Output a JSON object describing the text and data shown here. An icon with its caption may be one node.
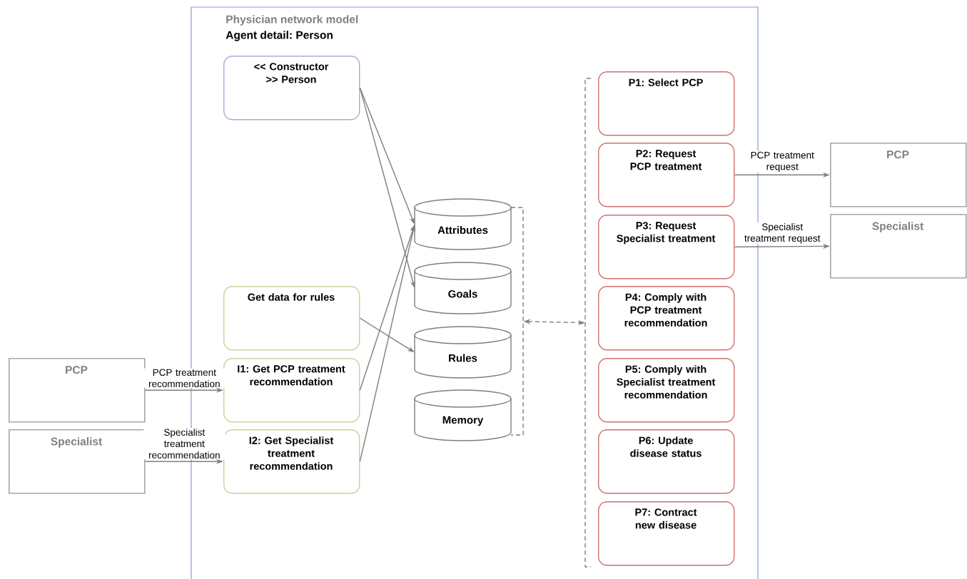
{
  "diagram": {
    "nodes": [
      {
        "text": [
          "Physician network model",
          "Agent detail:  Person"
        ]
      },
      {
        "text": [
          "<< Constructor >> Person"
        ],
        "in": 0
      },
      {
        "text": [
          "Get data for rules"
        ],
        "in": 0
      },
      {
        "text": [
          "I1: Get PCP treatment recommendation"
        ],
        "in": 0
      },
      {
        "text": [
          "I2: Get Specialist treatment recommendation"
        ],
        "in": 0
      },
      {
        "text": [
          "Attributes"
        ],
        "in": 0
      },
      {
        "text": [
          "Goals"
        ],
        "in": 0
      },
      {
        "text": [
          "Rules"
        ],
        "in": 0
      },
      {
        "text": [
          "Memory"
        ],
        "in": 0
      },
      {
        "text": [
          "P1: Select PCP"
        ],
        "in": 0
      },
      {
        "text": [
          "P2: Request  PCP treatment"
        ],
        "in": 0
      },
      {
        "text": [
          "P3: Request Specialist treatment"
        ],
        "in": 0
      },
      {
        "text": [
          "P4: Comply with PCP treatment recommendation"
        ],
        "in": 0
      },
      {
        "text": [
          "P5: Comply with Specialist treatment recommendation"
        ],
        "in": 0
      },
      {
        "text": [
          "P6: Update disease status"
        ],
        "in": 0
      },
      {
        "text": [
          "P7: Contract new disease"
        ],
        "in": 0
      },
      {
        "text": [
          "PCP"
        ]
      },
      {
        "text": [
          "Specialist"
        ]
      },
      {
        "text": [
          "PCP"
        ]
      },
      {
        "text": [
          "Specialist"
        ]
      },
      {
        "text": [],
        "shape": "bracket",
        "in": 0
      },
      {
        "text": [],
        "shape": "bracket",
        "in": 0
      }
    ],
    "edges": [
      {
        "from": 1,
        "to": 5,
        "arrow": "to"
      },
      {
        "from": 1,
        "to": 6,
        "arrow": "to"
      },
      {
        "from": 2,
        "to": 7,
        "arrow": "to"
      },
      {
        "from": 3,
        "to": 5,
        "arrow": "to"
      },
      {
        "from": 4,
        "to": 5,
        "arrow": "to"
      },
      {
        "from": 16,
        "to": 3,
        "arrow": "to",
        "label": "PCP treatment recommendation"
      },
      {
        "from": 17,
        "to": 4,
        "arrow": "to",
        "label": "Specialist treatment recommendation"
      },
      {
        "from": 10,
        "to": 18,
        "arrow": "to",
        "label": "PCP treatment request"
      },
      {
        "from": 11,
        "to": 19,
        "arrow": "to",
        "label": "Specialist treatment request"
      },
      {
        "from": 20,
        "to": 21,
        "arrow": "both",
        "style": "dashed"
      }
    ]
  }
}
